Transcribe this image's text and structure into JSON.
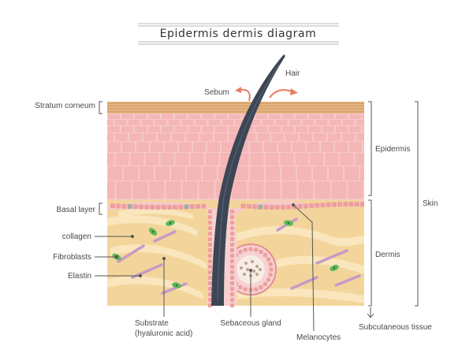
{
  "title": "Epidermis dermis diagram",
  "labels": {
    "hair": "Hair",
    "sebum": "Sebum",
    "stratum_corneum": "Stratum corneum",
    "epidermis": "Epidermis",
    "skin": "Skin",
    "basal_layer": "Basal layer",
    "collagen": "collagen",
    "fibroblasts": "Fibroblasts",
    "elastin": "Elastin",
    "dermis": "Dermis",
    "substrate_line1": "Substrate",
    "substrate_line2": "(hyaluronic acid)",
    "sebaceous_gland": "Sebaceous gland",
    "subcutaneous_tissue": "Subcutaneous tissue",
    "melanocytes": "Melanocytes"
  },
  "colors": {
    "stratum_corneum": "#d9a46f",
    "epidermis_cell": "#f4b6b6",
    "basal_cell": "#ee9e9e",
    "melanocyte": "#a8a8a8",
    "dermis": "#f3d59b",
    "collagen": "#f9e6bd",
    "elastin": "#c79ac6",
    "fibroblast": "#5bb85b",
    "hair": "#3d4655",
    "sebum_arrow": "#e97d63",
    "leader": "#555555"
  }
}
